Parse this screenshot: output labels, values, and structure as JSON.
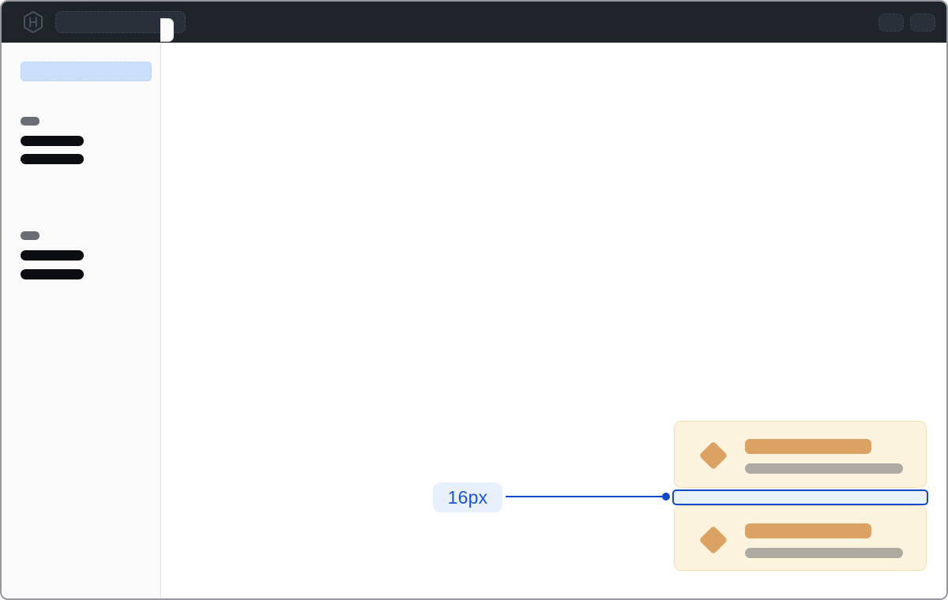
{
  "colors": {
    "header-bg": "#1F242B",
    "header-pill": "#2A303A",
    "logo": "#4A515B",
    "frame-border": "#97999E",
    "sidebar-bg": "#FAFAFA",
    "sidebar-border": "#E0E2E5",
    "active-pill": "#CBDFFB",
    "label-pill": "#696E76",
    "nav-pill": "#0B0D10",
    "toast-bg": "#FCF3DF",
    "toast-border": "#F3E0B6",
    "toast-accent": "#DBA264",
    "toast-muted": "#ADAAA2",
    "blue": "#1148CE",
    "blue-text": "#1E53D9",
    "badge-bg": "#E8F0FC",
    "highlight-fill": "#EAF1FE"
  },
  "header": {
    "logo_icon": "hashicorp-logo",
    "search_placeholder": true,
    "action_placeholders": 2
  },
  "sidebar": {
    "active_item_placeholder": true,
    "toggle_tab": true,
    "groups": [
      {
        "label_placeholder": true,
        "item_placeholders": 2
      },
      {
        "label_placeholder": true,
        "item_placeholders": 2
      }
    ]
  },
  "toasts": {
    "count": 2,
    "icon": "diamond-alert-icon",
    "title_placeholder": true,
    "description_placeholder": true
  },
  "annotation": {
    "label": "16px"
  }
}
